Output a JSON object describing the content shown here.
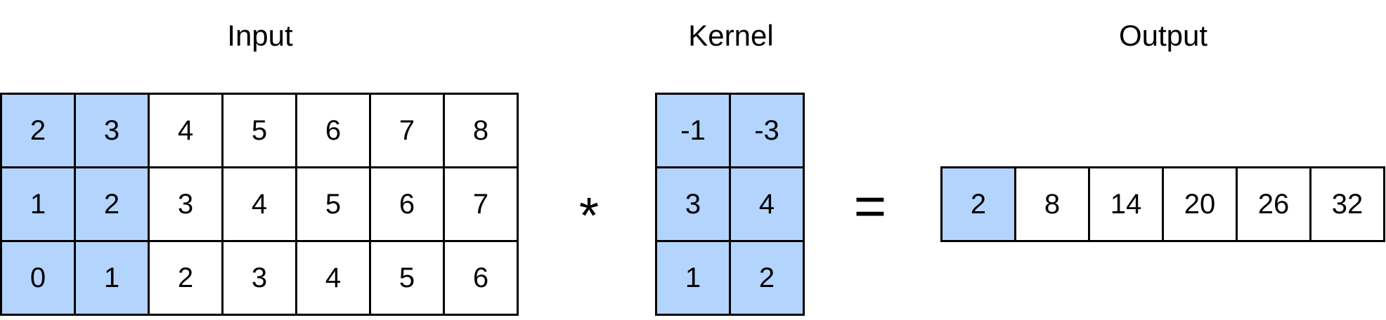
{
  "colors": {
    "highlight": "#b3d4fc",
    "cell_fill": "#ffffff",
    "border": "#000000"
  },
  "input": {
    "title": "Input",
    "rows": [
      [
        "2",
        "3",
        "4",
        "5",
        "6",
        "7",
        "8"
      ],
      [
        "1",
        "2",
        "3",
        "4",
        "5",
        "6",
        "7"
      ],
      [
        "0",
        "1",
        "2",
        "3",
        "4",
        "5",
        "6"
      ]
    ],
    "highlight_columns": [
      0,
      1
    ]
  },
  "operator_conv": "*",
  "kernel": {
    "title": "Kernel",
    "rows": [
      [
        "-1",
        "-3"
      ],
      [
        "3",
        "4"
      ],
      [
        "1",
        "2"
      ]
    ],
    "highlight_columns": [
      0,
      1
    ]
  },
  "operator_equals": "=",
  "output": {
    "title": "Output",
    "rows": [
      [
        "2",
        "8",
        "14",
        "20",
        "26",
        "32"
      ]
    ],
    "highlight_columns": [
      0
    ]
  }
}
